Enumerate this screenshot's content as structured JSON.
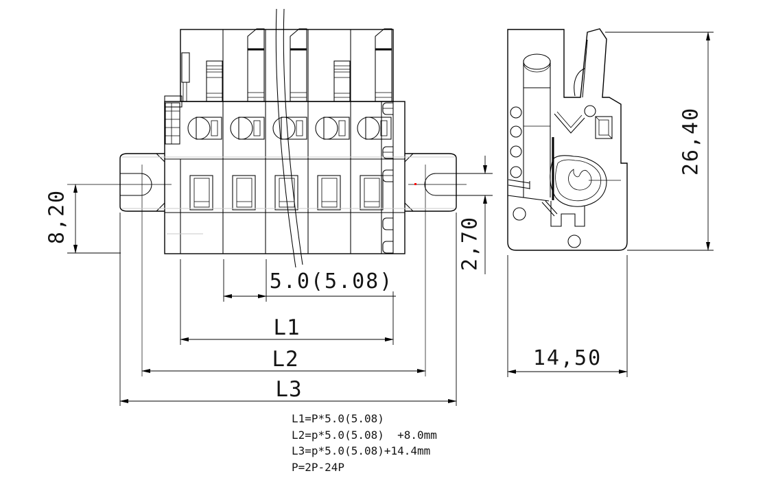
{
  "drawing": {
    "type": "technical-drawing",
    "views": {
      "front_view": "multi-pole pluggable terminal block with mounting flanges (break line indicates variable pole count)",
      "side_view": "terminal block cross-section profile"
    },
    "dimensions": {
      "pitch": "5.0(5.08)",
      "l1": "L1",
      "l2": "L2",
      "l3": "L3",
      "left_height": "8,20",
      "slot_offset": "2,70",
      "side_height": "26,40",
      "side_width": "14,50"
    },
    "notes": {
      "lines": [
        "L1=P*5.0(5.08)",
        "L2=p*5.0(5.08)  +8.0mm",
        "L3=p*5.0(5.08)+14.4mm",
        "P=2P-24P"
      ]
    },
    "colors": {
      "line": "#000000",
      "accent_gray": "#c9c9c9",
      "artifact_red": "#ff0000",
      "background": "#ffffff"
    }
  }
}
